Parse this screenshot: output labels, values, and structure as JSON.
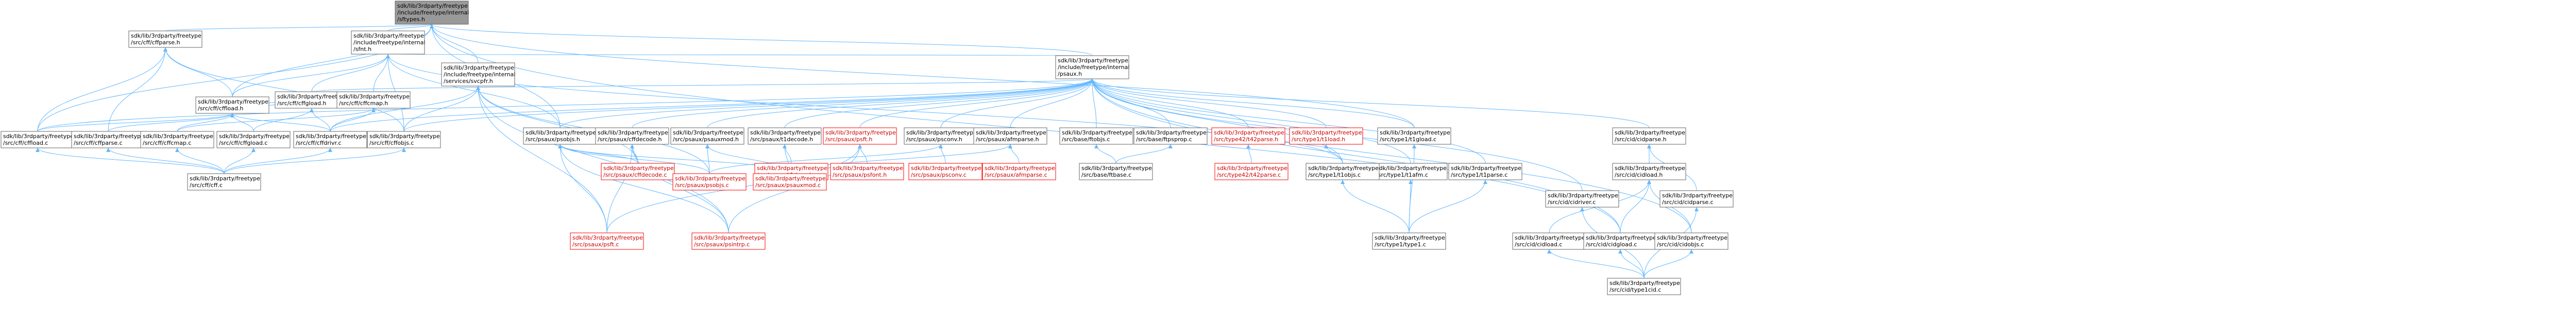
{
  "graph": {
    "title": "sdk/lib/3rdparty/freetype/include/freetype/internal/fttypes.h include dependency graph",
    "colors": {
      "root_fill": "#999999",
      "node_border": "#666666",
      "red_border": "#ff0000",
      "edge": "#63b8ff"
    },
    "nodes": [
      {
        "id": "n0",
        "lines": [
          "sdk/lib/3rdparty/freetype",
          "/include/freetype/internal",
          "/sftypes.h"
        ],
        "style": "root"
      },
      {
        "id": "n1",
        "lines": [
          "sdk/lib/3rdparty/freetype",
          "/src/cff/cffparse.h"
        ],
        "style": "normal"
      },
      {
        "id": "n2",
        "lines": [
          "sdk/lib/3rdparty/freetype",
          "/include/freetype/internal",
          "/sfnt.h"
        ],
        "style": "normal"
      },
      {
        "id": "n3",
        "lines": [
          "sdk/lib/3rdparty/freetype",
          "/include/freetype/internal",
          "/services/svcpfr.h"
        ],
        "style": "normal"
      },
      {
        "id": "n4",
        "lines": [
          "sdk/lib/3rdparty/freetype",
          "/include/freetype/internal",
          "/psaux.h"
        ],
        "style": "normal"
      },
      {
        "id": "n5",
        "lines": [
          "sdk/lib/3rdparty/freetype",
          "/src/cff/cffload.h"
        ],
        "style": "normal"
      },
      {
        "id": "n6",
        "lines": [
          "sdk/lib/3rdparty/freetype",
          "/src/cff/cffgload.h"
        ],
        "style": "normal"
      },
      {
        "id": "n7",
        "lines": [
          "sdk/lib/3rdparty/freetype",
          "/src/cff/cffcmap.h"
        ],
        "style": "normal"
      },
      {
        "id": "n8",
        "lines": [
          "sdk/lib/3rdparty/freetype",
          "/src/cff/cffload.c"
        ],
        "style": "normal"
      },
      {
        "id": "n9",
        "lines": [
          "sdk/lib/3rdparty/freetype",
          "/src/cff/cffparse.c"
        ],
        "style": "normal"
      },
      {
        "id": "n10",
        "lines": [
          "sdk/lib/3rdparty/freetype",
          "/src/cff/cffcmap.c"
        ],
        "style": "normal"
      },
      {
        "id": "n11",
        "lines": [
          "sdk/lib/3rdparty/freetype",
          "/src/cff/cffgload.c"
        ],
        "style": "normal"
      },
      {
        "id": "n12",
        "lines": [
          "sdk/lib/3rdparty/freetype",
          "/src/cff/cffdrivr.c"
        ],
        "style": "normal"
      },
      {
        "id": "n13",
        "lines": [
          "sdk/lib/3rdparty/freetype",
          "/src/cff/cffobjs.c"
        ],
        "style": "normal"
      },
      {
        "id": "n14",
        "lines": [
          "sdk/lib/3rdparty/freetype",
          "/src/cff/cff.c"
        ],
        "style": "normal"
      },
      {
        "id": "n15",
        "lines": [
          "sdk/lib/3rdparty/freetype",
          "/src/psaux/psobjs.h"
        ],
        "style": "normal"
      },
      {
        "id": "n16",
        "lines": [
          "sdk/lib/3rdparty/freetype",
          "/src/psaux/cffdecode.h"
        ],
        "style": "normal"
      },
      {
        "id": "n17",
        "lines": [
          "sdk/lib/3rdparty/freetype",
          "/src/psaux/psauxmod.h"
        ],
        "style": "normal"
      },
      {
        "id": "n18",
        "lines": [
          "sdk/lib/3rdparty/freetype",
          "/src/psaux/t1decode.h"
        ],
        "style": "normal"
      },
      {
        "id": "n19",
        "lines": [
          "sdk/lib/3rdparty/freetype",
          "/src/psaux/psft.h"
        ],
        "style": "redbox"
      },
      {
        "id": "n20",
        "lines": [
          "sdk/lib/3rdparty/freetype",
          "/src/psaux/psconv.h"
        ],
        "style": "normal"
      },
      {
        "id": "n21",
        "lines": [
          "sdk/lib/3rdparty/freetype",
          "/src/psaux/afmparse.h"
        ],
        "style": "normal"
      },
      {
        "id": "n22",
        "lines": [
          "sdk/lib/3rdparty/freetype",
          "/src/base/ftobjs.c"
        ],
        "style": "normal"
      },
      {
        "id": "n23",
        "lines": [
          "sdk/lib/3rdparty/freetype",
          "/src/base/ftpsprop.c"
        ],
        "style": "normal"
      },
      {
        "id": "n24",
        "lines": [
          "sdk/lib/3rdparty/freetype",
          "/src/type42/t42parse.h"
        ],
        "style": "redbox"
      },
      {
        "id": "n25",
        "lines": [
          "sdk/lib/3rdparty/freetype",
          "/src/type1/t1load.h"
        ],
        "style": "redbox"
      },
      {
        "id": "n26",
        "lines": [
          "sdk/lib/3rdparty/freetype",
          "/src/type1/t1gload.c"
        ],
        "style": "normal"
      },
      {
        "id": "n27",
        "lines": [
          "sdk/lib/3rdparty/freetype",
          "/src/cid/cidparse.h"
        ],
        "style": "normal"
      },
      {
        "id": "n28",
        "lines": [
          "sdk/lib/3rdparty/freetype",
          "/src/psaux/cffdecode.c"
        ],
        "style": "redbox"
      },
      {
        "id": "n29",
        "lines": [
          "sdk/lib/3rdparty/freetype",
          "/src/psaux/t1decode.c"
        ],
        "style": "redbox"
      },
      {
        "id": "n30",
        "lines": [
          "sdk/lib/3rdparty/freetype",
          "/src/psaux/psobjs.c"
        ],
        "style": "redbox"
      },
      {
        "id": "n31",
        "lines": [
          "sdk/lib/3rdparty/freetype",
          "/src/psaux/psauxmod.c"
        ],
        "style": "redbox"
      },
      {
        "id": "n32",
        "lines": [
          "sdk/lib/3rdparty/freetype",
          "/src/psaux/psfont.h"
        ],
        "style": "redbox"
      },
      {
        "id": "n33",
        "lines": [
          "sdk/lib/3rdparty/freetype",
          "/src/psaux/psconv.c"
        ],
        "style": "redbox"
      },
      {
        "id": "n34",
        "lines": [
          "sdk/lib/3rdparty/freetype",
          "/src/psaux/afmparse.c"
        ],
        "style": "redbox"
      },
      {
        "id": "n35",
        "lines": [
          "sdk/lib/3rdparty/freetype",
          "/src/base/ftbase.c"
        ],
        "style": "normal"
      },
      {
        "id": "n36",
        "lines": [
          "sdk/lib/3rdparty/freetype",
          "/src/type42/t42parse.c"
        ],
        "style": "redbox"
      },
      {
        "id": "n37",
        "lines": [
          "sdk/lib/3rdparty/freetype",
          "/src/type1/t1afm.c"
        ],
        "style": "normal"
      },
      {
        "id": "n38",
        "lines": [
          "sdk/lib/3rdparty/freetype",
          "/src/type1/t1objs.c"
        ],
        "style": "normal"
      },
      {
        "id": "n39",
        "lines": [
          "sdk/lib/3rdparty/freetype",
          "/src/type1/t1parse.c"
        ],
        "style": "normal"
      },
      {
        "id": "n40",
        "lines": [
          "sdk/lib/3rdparty/freetype",
          "/src/cid/cidload.h"
        ],
        "style": "normal"
      },
      {
        "id": "n41",
        "lines": [
          "sdk/lib/3rdparty/freetype",
          "/src/cid/cidriver.c"
        ],
        "style": "normal"
      },
      {
        "id": "n42",
        "lines": [
          "sdk/lib/3rdparty/freetype",
          "/src/cid/cidparse.c"
        ],
        "style": "normal"
      },
      {
        "id": "n43",
        "lines": [
          "sdk/lib/3rdparty/freetype",
          "/src/psaux/psft.c"
        ],
        "style": "redbox"
      },
      {
        "id": "n44",
        "lines": [
          "sdk/lib/3rdparty/freetype",
          "/src/psaux/psintrp.c"
        ],
        "style": "redbox"
      },
      {
        "id": "n45",
        "lines": [
          "sdk/lib/3rdparty/freetype",
          "/src/type1/type1.c"
        ],
        "style": "normal"
      },
      {
        "id": "n46",
        "lines": [
          "sdk/lib/3rdparty/freetype",
          "/src/cid/cidload.c"
        ],
        "style": "normal"
      },
      {
        "id": "n47",
        "lines": [
          "sdk/lib/3rdparty/freetype",
          "/src/cid/cidgload.c"
        ],
        "style": "normal"
      },
      {
        "id": "n48",
        "lines": [
          "sdk/lib/3rdparty/freetype",
          "/src/cid/cidobjs.c"
        ],
        "style": "normal"
      },
      {
        "id": "n49",
        "lines": [
          "sdk/lib/3rdparty/freetype",
          "/src/cid/type1cid.c"
        ],
        "style": "normal"
      }
    ],
    "edges": [
      [
        "n1",
        "n0"
      ],
      [
        "n2",
        "n0"
      ],
      [
        "n3",
        "n0"
      ],
      [
        "n4",
        "n0"
      ],
      [
        "n5",
        "n0"
      ],
      [
        "n26",
        "n0"
      ],
      [
        "n47",
        "n0"
      ],
      [
        "n15",
        "n0"
      ],
      [
        "n8",
        "n0"
      ],
      [
        "n5",
        "n1"
      ],
      [
        "n9",
        "n1"
      ],
      [
        "n8",
        "n1"
      ],
      [
        "n13",
        "n1"
      ],
      [
        "n5",
        "n2"
      ],
      [
        "n7",
        "n2"
      ],
      [
        "n6",
        "n2"
      ],
      [
        "n13",
        "n2"
      ],
      [
        "n4",
        "n2"
      ],
      [
        "n38",
        "n2"
      ],
      [
        "n15",
        "n2"
      ],
      [
        "n12",
        "n3"
      ],
      [
        "n13",
        "n3"
      ],
      [
        "n43",
        "n3"
      ],
      [
        "n44",
        "n3"
      ],
      [
        "n30",
        "n3"
      ],
      [
        "n28",
        "n3"
      ],
      [
        "n6",
        "n5"
      ],
      [
        "n7",
        "n5"
      ],
      [
        "n8",
        "n5"
      ],
      [
        "n9",
        "n5"
      ],
      [
        "n10",
        "n5"
      ],
      [
        "n11",
        "n5"
      ],
      [
        "n12",
        "n5"
      ],
      [
        "n11",
        "n6"
      ],
      [
        "n12",
        "n6"
      ],
      [
        "n10",
        "n7"
      ],
      [
        "n12",
        "n7"
      ],
      [
        "n14",
        "n8"
      ],
      [
        "n14",
        "n9"
      ],
      [
        "n14",
        "n10"
      ],
      [
        "n14",
        "n11"
      ],
      [
        "n14",
        "n12"
      ],
      [
        "n14",
        "n13"
      ],
      [
        "n15",
        "n4"
      ],
      [
        "n16",
        "n4"
      ],
      [
        "n17",
        "n4"
      ],
      [
        "n18",
        "n4"
      ],
      [
        "n19",
        "n4"
      ],
      [
        "n20",
        "n4"
      ],
      [
        "n21",
        "n4"
      ],
      [
        "n22",
        "n4"
      ],
      [
        "n23",
        "n4"
      ],
      [
        "n24",
        "n4"
      ],
      [
        "n25",
        "n4"
      ],
      [
        "n26",
        "n4"
      ],
      [
        "n27",
        "n4"
      ],
      [
        "n37",
        "n4"
      ],
      [
        "n38",
        "n4"
      ],
      [
        "n39",
        "n4"
      ],
      [
        "n41",
        "n4"
      ],
      [
        "n47",
        "n4"
      ],
      [
        "n48",
        "n4"
      ],
      [
        "n12",
        "n4"
      ],
      [
        "n13",
        "n4"
      ],
      [
        "n6",
        "n4"
      ],
      [
        "n8",
        "n4"
      ],
      [
        "n30",
        "n15"
      ],
      [
        "n31",
        "n15"
      ],
      [
        "n43",
        "n15"
      ],
      [
        "n44",
        "n15"
      ],
      [
        "n28",
        "n15"
      ],
      [
        "n28",
        "n16"
      ],
      [
        "n43",
        "n16"
      ],
      [
        "n44",
        "n16"
      ],
      [
        "n31",
        "n17"
      ],
      [
        "n30",
        "n17"
      ],
      [
        "n29",
        "n18"
      ],
      [
        "n31",
        "n18"
      ],
      [
        "n43",
        "n19"
      ],
      [
        "n44",
        "n19"
      ],
      [
        "n32",
        "n19"
      ],
      [
        "n33",
        "n20"
      ],
      [
        "n30",
        "n20"
      ],
      [
        "n34",
        "n21"
      ],
      [
        "n31",
        "n21"
      ],
      [
        "n35",
        "n22"
      ],
      [
        "n35",
        "n23"
      ],
      [
        "n36",
        "n24"
      ],
      [
        "n38",
        "n25"
      ],
      [
        "n45",
        "n26"
      ],
      [
        "n45",
        "n37"
      ],
      [
        "n45",
        "n38"
      ],
      [
        "n45",
        "n39"
      ],
      [
        "n40",
        "n27"
      ],
      [
        "n42",
        "n27"
      ],
      [
        "n46",
        "n40"
      ],
      [
        "n47",
        "n40"
      ],
      [
        "n48",
        "n40"
      ],
      [
        "n49",
        "n41"
      ],
      [
        "n49",
        "n42"
      ],
      [
        "n49",
        "n46"
      ],
      [
        "n49",
        "n47"
      ],
      [
        "n49",
        "n48"
      ]
    ]
  }
}
